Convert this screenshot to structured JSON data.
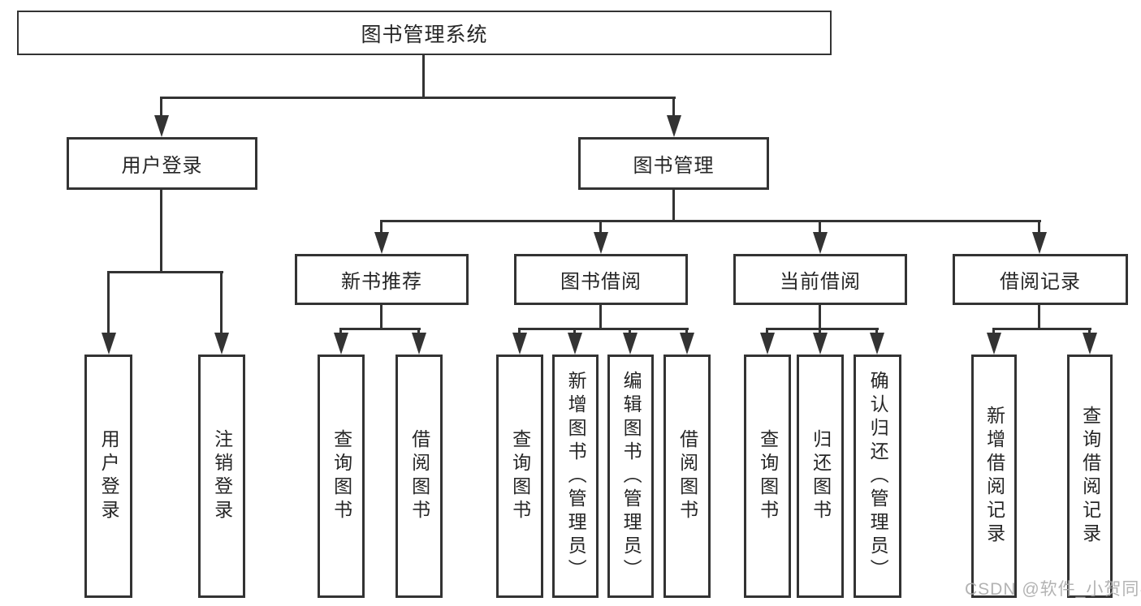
{
  "colors": {
    "line": "#333333",
    "text": "#262626",
    "background": "#ffffff",
    "watermark": "#ababab"
  },
  "tree": {
    "label": "图书管理系统",
    "children": [
      {
        "label": "用户登录",
        "children": [
          {
            "label": "用户登录"
          },
          {
            "label": "注销登录"
          }
        ]
      },
      {
        "label": "图书管理",
        "children": [
          {
            "label": "新书推荐",
            "children": [
              {
                "label": "查询图书"
              },
              {
                "label": "借阅图书"
              }
            ]
          },
          {
            "label": "图书借阅",
            "children": [
              {
                "label": "查询图书"
              },
              {
                "label": "新增图书（管理员）"
              },
              {
                "label": "编辑图书（管理员）"
              },
              {
                "label": "借阅图书"
              }
            ]
          },
          {
            "label": "当前借阅",
            "children": [
              {
                "label": "查询图书"
              },
              {
                "label": "归还图书"
              },
              {
                "label": "确认归还（管理员）"
              }
            ]
          },
          {
            "label": "借阅记录",
            "children": [
              {
                "label": "新增借阅记录"
              },
              {
                "label": "查询借阅记录"
              }
            ]
          }
        ]
      }
    ]
  },
  "watermark": {
    "text": "CSDN @软件_小贺同学"
  }
}
